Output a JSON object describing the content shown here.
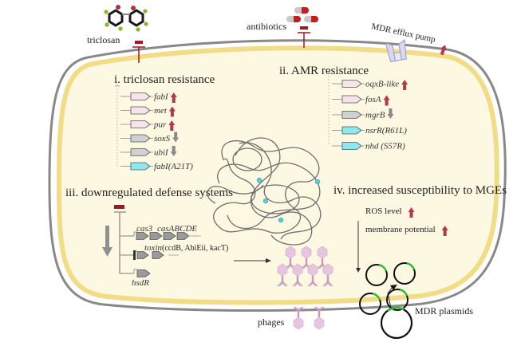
{
  "colors": {
    "cytoplasm": "#fdf8e1",
    "membrane_inner": "#f3dc86",
    "membrane_outer": "#888888",
    "up_arrow": "#b2384a",
    "down_arrow": "#8a8a8a",
    "gene_pink": "#f7e4ea",
    "gene_gray": "#d0d0d0",
    "gene_cyan": "#8ee8f0",
    "gene_dark": "#9a9a9a",
    "inhibit": "#a01820",
    "phage": "#e6c6de",
    "plasmid_marker": "#2ec02e",
    "nucleoid": "#6e6e6e",
    "nucleoid_dot": "#5cc8dc"
  },
  "external": {
    "triclosan_label": "triclosan",
    "antibiotics_label": "antibiotics",
    "efflux_label": "MDR efflux pump",
    "efflux_trend": "up",
    "phages_label": "phages",
    "plasmids_label": "MDR plasmids"
  },
  "sections": {
    "triclosan": {
      "title": "i. triclosan resistance",
      "genes": [
        {
          "name": "fabI",
          "color": "pink",
          "trend": "up"
        },
        {
          "name": "met",
          "color": "pink",
          "trend": "up"
        },
        {
          "name": "pur",
          "color": "pink",
          "trend": "up"
        },
        {
          "name": "soxS",
          "color": "gray",
          "trend": "down"
        },
        {
          "name": "ubiI",
          "color": "gray",
          "trend": "down"
        },
        {
          "name": "fabI(A21T)",
          "color": "cyan",
          "trend": "none"
        }
      ]
    },
    "amr": {
      "title": "ii. AMR resistance",
      "genes": [
        {
          "name": "oqxB-like",
          "color": "pink",
          "trend": "up"
        },
        {
          "name": "fosA",
          "color": "pink",
          "trend": "up"
        },
        {
          "name": "mgrB",
          "color": "gray",
          "trend": "down"
        },
        {
          "name": "nsrR(R61L)",
          "color": "cyan",
          "trend": "none"
        },
        {
          "name": "nhd (S57R)",
          "color": "cyan",
          "trend": "none"
        }
      ]
    },
    "defense": {
      "title": "iii. downregulated defense systems",
      "cas3": "cas3",
      "casABCDE": "casABCDE",
      "toxin": "toxin",
      "toxin_detail": "(ccdB, AbiEii, kacT)",
      "hsdR": "hsdR"
    },
    "mge": {
      "title": "iv. increased susceptibility to MGEs",
      "factors": [
        {
          "label": "ROS level",
          "trend": "up"
        },
        {
          "label": "membrane potential",
          "trend": "up"
        }
      ]
    }
  }
}
